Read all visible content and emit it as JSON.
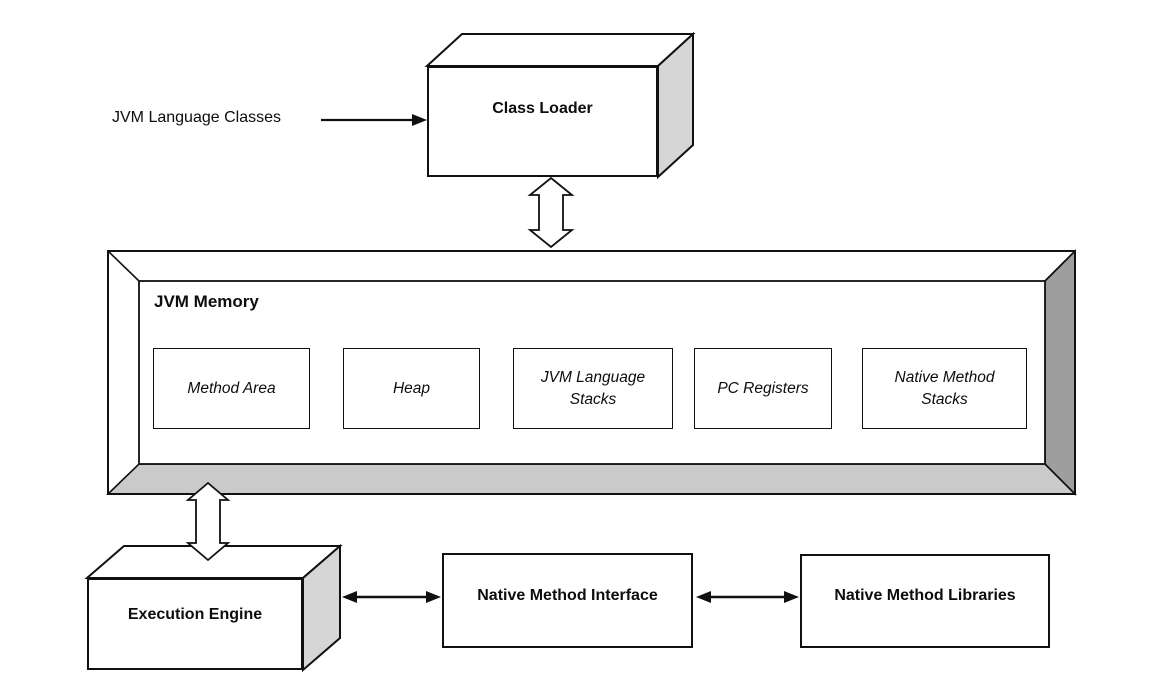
{
  "diagram": {
    "labels": {
      "input": "JVM Language Classes",
      "class_loader": "Class Loader",
      "jvm_memory_title": "JVM Memory",
      "execution_engine": "Execution Engine",
      "native_method_interface": "Native Method Interface",
      "native_method_libraries": "Native Method Libraries"
    },
    "memory_areas": [
      {
        "label": "Method Area"
      },
      {
        "label": "Heap"
      },
      {
        "label": "JVM Language Stacks"
      },
      {
        "label": "PC Registers"
      },
      {
        "label": "Native Method Stacks"
      }
    ],
    "connections": [
      {
        "from": "JVM Language Classes",
        "to": "Class Loader",
        "type": "solid-arrow-right"
      },
      {
        "from": "Class Loader",
        "to": "JVM Memory",
        "type": "hollow-double-arrow-vertical"
      },
      {
        "from": "JVM Memory",
        "to": "Execution Engine",
        "type": "hollow-double-arrow-vertical"
      },
      {
        "from": "Execution Engine",
        "to": "Native Method Interface",
        "type": "solid-double-arrow-horizontal"
      },
      {
        "from": "Native Method Interface",
        "to": "Native Method Libraries",
        "type": "solid-double-arrow-horizontal"
      }
    ],
    "colors": {
      "line": "#111111",
      "side_face_light": "#d6d6d6",
      "frame_right_gray": "#9e9e9e",
      "frame_bottom_gray": "#cacaca",
      "background": "#ffffff"
    }
  }
}
